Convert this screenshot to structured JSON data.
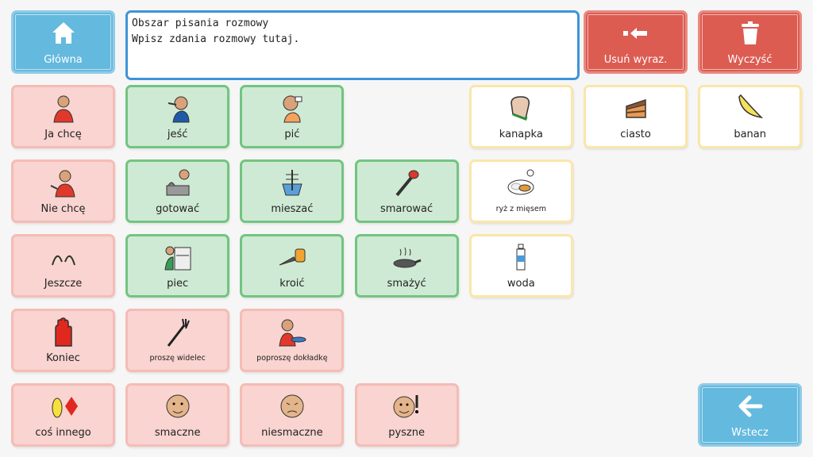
{
  "message": {
    "line1": "Obszar pisania rozmowy",
    "line2": "Wpisz zdania rozmowy tutaj."
  },
  "top": {
    "home": "Główna",
    "delete_word": "Usuń wyraz.",
    "clear": "Wyczyść"
  },
  "tiles": [
    {
      "label": "Ja chcę",
      "color": "pink",
      "icon": "person-waving",
      "col": 0,
      "row": 0
    },
    {
      "label": "jeść",
      "color": "green",
      "icon": "person-eating",
      "col": 1,
      "row": 0
    },
    {
      "label": "pić",
      "color": "green",
      "icon": "person-drinking",
      "col": 2,
      "row": 0
    },
    {
      "label": "kanapka",
      "color": "yellow",
      "icon": "sandwich",
      "col": 4,
      "row": 0
    },
    {
      "label": "ciasto",
      "color": "yellow",
      "icon": "cake",
      "col": 5,
      "row": 0
    },
    {
      "label": "banan",
      "color": "yellow",
      "icon": "banana",
      "col": 6,
      "row": 0
    },
    {
      "label": "Nie chcę",
      "color": "pink",
      "icon": "person-refusing",
      "col": 0,
      "row": 1
    },
    {
      "label": "gotować",
      "color": "green",
      "icon": "cooking",
      "col": 1,
      "row": 1
    },
    {
      "label": "mieszać",
      "color": "green",
      "icon": "mixing",
      "col": 2,
      "row": 1
    },
    {
      "label": "smarować",
      "color": "green",
      "icon": "spreading",
      "col": 3,
      "row": 1
    },
    {
      "label": "ryż z mięsem",
      "color": "yellow",
      "icon": "rice-meat",
      "col": 4,
      "row": 1,
      "small": true
    },
    {
      "label": "Jeszcze",
      "color": "pink",
      "icon": "more-hands",
      "col": 0,
      "row": 2
    },
    {
      "label": "piec",
      "color": "green",
      "icon": "oven",
      "col": 1,
      "row": 2
    },
    {
      "label": "kroić",
      "color": "green",
      "icon": "knife",
      "col": 2,
      "row": 2
    },
    {
      "label": "smażyć",
      "color": "green",
      "icon": "frying-pan",
      "col": 3,
      "row": 2
    },
    {
      "label": "woda",
      "color": "yellow",
      "icon": "water-bottle",
      "col": 4,
      "row": 2
    },
    {
      "label": "Koniec",
      "color": "pink",
      "icon": "stop-hand",
      "col": 0,
      "row": 3
    },
    {
      "label": "proszę widelec",
      "color": "pink",
      "icon": "fork",
      "col": 1,
      "row": 3,
      "small": true
    },
    {
      "label": "poproszę dokładkę",
      "color": "pink",
      "icon": "person-plate",
      "col": 2,
      "row": 3,
      "small": true
    },
    {
      "label": "coś innego",
      "color": "pink",
      "icon": "shapes",
      "col": 0,
      "row": 4
    },
    {
      "label": "smaczne",
      "color": "pink",
      "icon": "face-tasty",
      "col": 1,
      "row": 4
    },
    {
      "label": "niesmaczne",
      "color": "pink",
      "icon": "face-yuck",
      "col": 2,
      "row": 4
    },
    {
      "label": "pyszne",
      "color": "pink",
      "icon": "face-delicious",
      "col": 3,
      "row": 4
    }
  ],
  "back": {
    "label": "Wstecz"
  },
  "colors": {
    "pink": "#f9d4d0",
    "green": "#cfead4",
    "yellow": "#fbe6a9",
    "blue": "#64b9de",
    "red": "#dc5c52"
  }
}
